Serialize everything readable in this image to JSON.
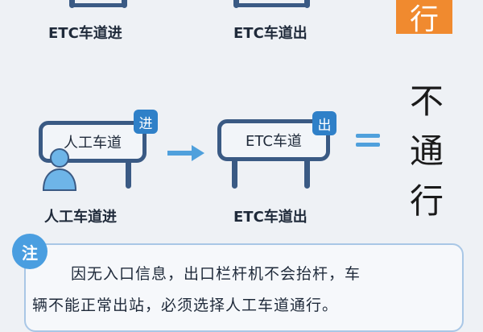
{
  "top_row": {
    "left_label": "ETC车道进",
    "middle_label": "ETC车道出",
    "orange_char": "行"
  },
  "middle_row": {
    "left_sign_text": "人工车道",
    "left_badge": "进",
    "left_label": "人工车道进",
    "right_sign_text": "ETC车道",
    "right_badge": "出",
    "right_label": "ETC车道出",
    "result_chars": [
      "不",
      "通",
      "行"
    ]
  },
  "note": {
    "badge": "注",
    "line1": "因无入口信息，出口栏杆机不会抬杆，车",
    "line2": "辆不能正常出站，必须选择人工车道通行。"
  },
  "colors": {
    "sign_border": "#3a5a84",
    "badge_blue": "#2f80c8",
    "arrow_blue": "#4fa0dc",
    "orange": "#f08a2f"
  }
}
